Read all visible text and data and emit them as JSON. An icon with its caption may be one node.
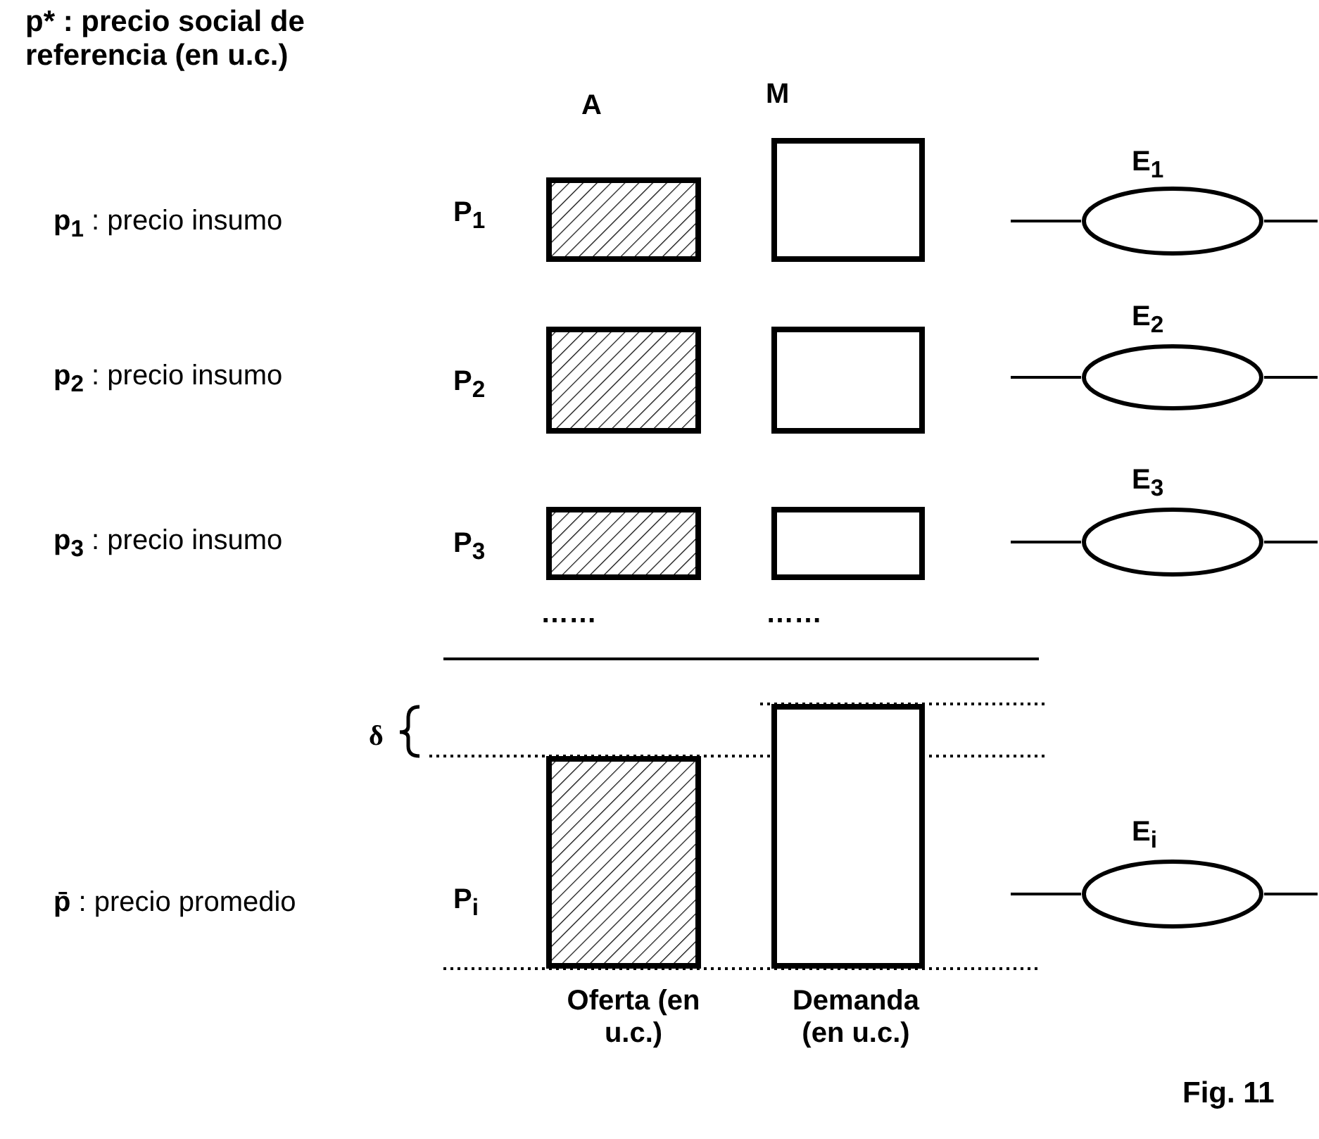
{
  "diagram": {
    "caption": "Fig. 11",
    "nodes": [
      {
        "text": [],
        "shape": "box"
      },
      {
        "text": [],
        "shape": "box"
      },
      {
        "text": [
          "E$_{1}$"
        ]
      },
      {
        "text": [],
        "shape": "box"
      },
      {
        "text": [],
        "shape": "box"
      },
      {
        "text": [
          "E$_{2}$"
        ]
      },
      {
        "text": [],
        "shape": "box"
      },
      {
        "text": [],
        "shape": "box"
      },
      {
        "text": [
          "E$_{3}$"
        ]
      },
      {
        "text": [],
        "shape": "box"
      },
      {
        "text": [],
        "shape": "box"
      },
      {
        "text": [
          "E$_{i}$"
        ]
      }
    ],
    "edges": [
      {
        "from": null,
        "to": 2,
        "arrow": "none"
      },
      {
        "from": 2,
        "to": null,
        "arrow": "none"
      },
      {
        "from": null,
        "to": 5,
        "arrow": "none"
      },
      {
        "from": 5,
        "to": null,
        "arrow": "none"
      },
      {
        "from": null,
        "to": 8,
        "arrow": "none"
      },
      {
        "from": 8,
        "to": null,
        "arrow": "none"
      },
      {
        "from": null,
        "to": 11,
        "arrow": "none"
      },
      {
        "from": 11,
        "to": null,
        "arrow": "none"
      }
    ],
    "labels": [
      "p* : precio social de referencia (en u.c.)",
      "A",
      "M",
      "**p$_{1}$** : precio insumo",
      "P$_{1}$",
      "**p$_{2}$** : precio insumo",
      "P$_{2}$",
      "**p$_{3}$** : precio insumo",
      "P$_{3}$",
      "……",
      "……",
      "δ",
      "**p̄** : precio promedio",
      "P$_{i}$",
      "Oferta (en u.c.)",
      "Demanda (en u.c.)"
    ]
  }
}
